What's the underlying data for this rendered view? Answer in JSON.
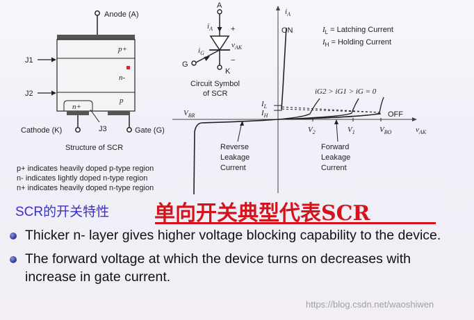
{
  "structure": {
    "anode_label": "Anode (A)",
    "layer_labels": [
      "p+",
      "n-",
      "p",
      "n+"
    ],
    "junction_labels": [
      "J1",
      "J2",
      "J3"
    ],
    "cathode_label": "Cathode (K)",
    "gate_label": "Gate (G)",
    "caption": "Structure of SCR"
  },
  "symbol": {
    "terminal_a": "A",
    "terminal_k": "K",
    "terminal_g": "G",
    "current_a": "i",
    "current_a_sub": "A",
    "current_g": "i",
    "current_g_sub": "G",
    "plus": "+",
    "minus": "−",
    "voltage": "v",
    "voltage_sub": "AK",
    "caption_line1": "Circuit Symbol",
    "caption_line2": "of SCR"
  },
  "iv_curve": {
    "y_axis": "i",
    "y_axis_sub": "A",
    "x_axis": "v",
    "x_axis_sub": "AK",
    "on_label": "ON",
    "off_label": "OFF",
    "legend_il_sym": "I",
    "legend_il_sub": "L",
    "legend_il_text": " = Latching Current",
    "legend_ih_sym": "I",
    "legend_ih_sub": "H",
    "legend_ih_text": " = Holding Current",
    "il_sym": "I",
    "il_sub": "L",
    "ih_sym": "I",
    "ih_sub": "H",
    "gate_relation": "i",
    "gate_relation_full": "iG2 > iG1 > iG = 0",
    "vbr_sym": "V",
    "vbr_sub": "BR",
    "v2_sym": "V",
    "v2_sub": "2",
    "v1_sym": "V",
    "v1_sub": "1",
    "vbo_sym": "V",
    "vbo_sub": "BO",
    "reverse_lines": [
      "Reverse",
      "Leakage",
      "Current"
    ],
    "forward_lines": [
      "Forward",
      "Leakage",
      "Current"
    ]
  },
  "notes": [
    "p+ indicates heavily doped p-type region",
    "n- indicates lightly doped n-type region",
    "n+ indicates heavily doped n-type region"
  ],
  "subtitle": "SCR的开关特性",
  "chinese_title": "单向开关典型代表SCR",
  "bullets": [
    "Thicker n- layer gives higher voltage blocking capability to the device.",
    "The forward voltage at which the device turns on decreases with increase in gate current."
  ],
  "watermark": "https://blog.csdn.net/waoshiwen",
  "colors": {
    "subtitle": "#3a2fc8",
    "chinese_title": "#d4141c",
    "gate_marker": "#e0202a",
    "bullet": "#3a46a8"
  }
}
